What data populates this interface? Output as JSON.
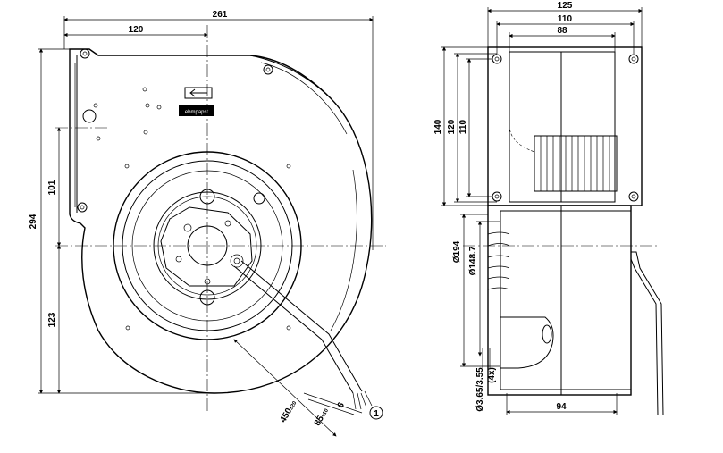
{
  "front_view": {
    "dim_overall_width": "261",
    "dim_center_offset": "120",
    "dim_overall_height": "294",
    "dim_upper_height": "101",
    "dim_lower_height": "123",
    "dim_cable_length": "450",
    "dim_cable_length_tol": "±20",
    "dim_strip_length": "85",
    "dim_strip_length_tol": "±10",
    "dim_wire_end": "6",
    "callout_number": "1",
    "logo_text": "ebmpapst"
  },
  "side_view": {
    "dim_flange_width": "125",
    "dim_hole_spacing": "110",
    "dim_inner_width": "88",
    "dim_flange_height": "140",
    "dim_height_120": "120",
    "dim_height_110": "110",
    "dim_diameter_194": "Ø194",
    "dim_diameter_148": "Ø148.7",
    "dim_hole_diameter": "Ø3.65/3.55",
    "dim_hole_count": "(4x)",
    "dim_depth": "94"
  }
}
